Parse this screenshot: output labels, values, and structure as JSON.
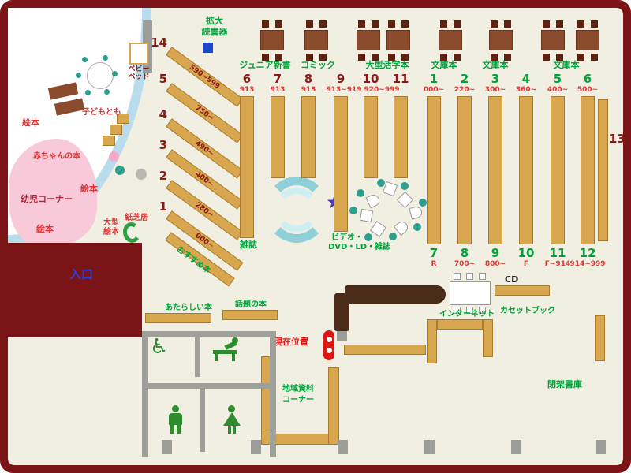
{
  "icons": {
    "wheelchair": "♿",
    "star": "★"
  },
  "top": {
    "magnifier_l1": "拡大",
    "magnifier_l2": "読書器",
    "sections": [
      "ジュニア新書",
      "コミック",
      "大型活字本",
      "文庫本",
      "文庫本",
      "文庫本"
    ]
  },
  "diagonal_shelves": [
    {
      "num": "14",
      "range": "590~599"
    },
    {
      "num": "5",
      "range": "750~"
    },
    {
      "num": "4",
      "range": "490~"
    },
    {
      "num": "3",
      "range": "400~"
    },
    {
      "num": "2",
      "range": "280~"
    },
    {
      "num": "1",
      "range": "000~"
    }
  ],
  "group_a": {
    "columns": [
      {
        "num": "6",
        "range": "913"
      },
      {
        "num": "7",
        "range": "913"
      },
      {
        "num": "8",
        "range": "913"
      },
      {
        "num": "9",
        "range": "913~919"
      },
      {
        "num": "10",
        "range": "920~999"
      },
      {
        "num": "11",
        "range": ""
      }
    ]
  },
  "group_b": {
    "columns": [
      {
        "top_num": "1",
        "top_range": "000~",
        "bottom_num": "7",
        "bottom_range": "R"
      },
      {
        "top_num": "2",
        "top_range": "220~",
        "bottom_num": "8",
        "bottom_range": "700~"
      },
      {
        "top_num": "3",
        "top_range": "300~",
        "bottom_num": "9",
        "bottom_range": "800~"
      },
      {
        "top_num": "4",
        "top_range": "360~",
        "bottom_num": "10",
        "bottom_range": "F"
      },
      {
        "top_num": "5",
        "top_range": "400~",
        "bottom_num": "11",
        "bottom_range": "F~914"
      },
      {
        "top_num": "6",
        "top_range": "500~",
        "bottom_num": "12",
        "bottom_range": "914~999"
      }
    ]
  },
  "shelf13": "13",
  "children": {
    "ehon1": "絵本",
    "ehon2": "絵本",
    "ehon3": "絵本",
    "baby_books": "赤ちゃんの本",
    "kodomo": "子どもとも",
    "infant_corner": "幼児コーナー",
    "large1": "大型",
    "large2": "絵本",
    "kamishibai": "紙芝居",
    "bed1": "ベビー",
    "bed2": "ベッド"
  },
  "center": {
    "zasshi": "雑誌",
    "video1": "ビデオ・",
    "video2": "DVD・LD・雑誌",
    "recommended": "おすすめ本"
  },
  "right": {
    "cd": "CD",
    "internet": "インターネット",
    "cassette": "カセットブック",
    "closed_stacks": "閉架書庫"
  },
  "bottom": {
    "new_books": "あたらしい本",
    "topic_books": "話題の本",
    "local1": "地域資料",
    "local2": "コーナー",
    "current_location": "現在位置",
    "entrance": "入口"
  }
}
